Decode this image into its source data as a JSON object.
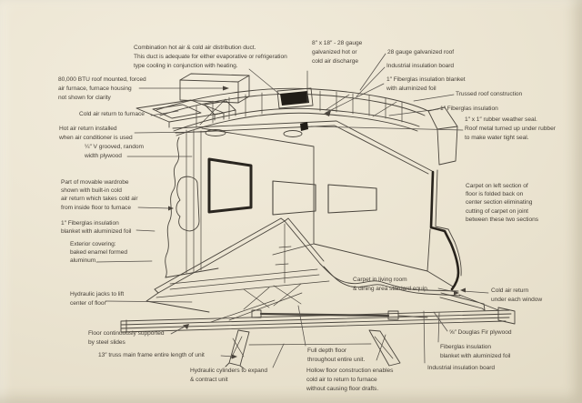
{
  "palette": {
    "paper": "#ebe4d1",
    "line": "#4b463e",
    "text": "#474139",
    "ink_black": "#211d17"
  },
  "labels": [
    {
      "id": "combination-duct",
      "text": "Combination hot air & cold air distribution duct.\nThis duct is adequate for either evaporative or refrigeration\ntype cooling in conjunction with heating."
    },
    {
      "id": "discharge-8x18",
      "text": "8″ x 18″ - 28 gauge\ngalvanized hot or\ncold air discharge"
    },
    {
      "id": "galvanized-roof",
      "text": "28 gauge galvanized roof"
    },
    {
      "id": "insulation-board-top",
      "text": "Industrial insulation board"
    },
    {
      "id": "fiberglas-blanket-top",
      "text": "1″ Fiberglas insulation blanket\nwith aluminized foil"
    },
    {
      "id": "trussed-roof",
      "text": "Trussed roof construction"
    },
    {
      "id": "fiberglas-insulation",
      "text": "1″ Fiberglas insulation"
    },
    {
      "id": "rubber-weather-seal",
      "text": "1″ x 1″ rubber weather seal.\nRoof metal turned up under rubber\nto make water tight seal."
    },
    {
      "id": "furnace-80000-btu",
      "text": "80,000 BTU roof mounted, forced\nair furnace, furnace housing\nnot shown for clarity"
    },
    {
      "id": "cold-air-return-furnace",
      "text": "Cold air return to furnace"
    },
    {
      "id": "hot-air-return",
      "text": "Hot air return installed\nwhen air conditioner is used"
    },
    {
      "id": "v-grooved-plywood",
      "text": "¼″ V grooved, random\nwidth plywood"
    },
    {
      "id": "movable-wardrobe",
      "text": "Part of movable wardrobe\nshown with built-in cold\nair return which takes cold air\nfrom inside floor to furnace"
    },
    {
      "id": "fiberglas-blanket-left",
      "text": "1″ Fiberglas insulation\nblanket with aluminized foil"
    },
    {
      "id": "exterior-covering",
      "text": "Exterior covering:\nbaked enamel formed\naluminum"
    },
    {
      "id": "carpet-folded-back",
      "text": "Carpet on left section of\nfloor is folded back on\ncenter section eliminating\ncutting of carpet on joint\nbetween these two sections"
    },
    {
      "id": "carpet-living-room",
      "text": "Carpet in living room\n& dining area stardard equip."
    },
    {
      "id": "hydraulic-jacks",
      "text": "Hydraulic jacks to lift\ncenter of floor"
    },
    {
      "id": "floor-steel-slides",
      "text": "Floor continuously supported\nby steel slides"
    },
    {
      "id": "truss-main-frame",
      "text": "13″ truss main frame entire length of unit"
    },
    {
      "id": "hydraulic-cylinders",
      "text": "Hydraulic cylinders to expand\n& contract unit"
    },
    {
      "id": "full-depth-floor",
      "text": "Full depth floor\nthroughout entire unit."
    },
    {
      "id": "hollow-floor",
      "text": "Hollow floor construction enables\ncold air to return to furnace\nwithout causing floor drafts."
    },
    {
      "id": "cold-air-return-window",
      "text": "Cold air return\nunder each window"
    },
    {
      "id": "douglas-fir-plywood",
      "text": "⅝″ Douglas Fir plywood"
    },
    {
      "id": "fiberglas-blanket-right",
      "text": "Fiberglas insulation\nblanket with aluminized foil"
    },
    {
      "id": "insulation-board-bottom",
      "text": "Industrial insulation board"
    }
  ]
}
